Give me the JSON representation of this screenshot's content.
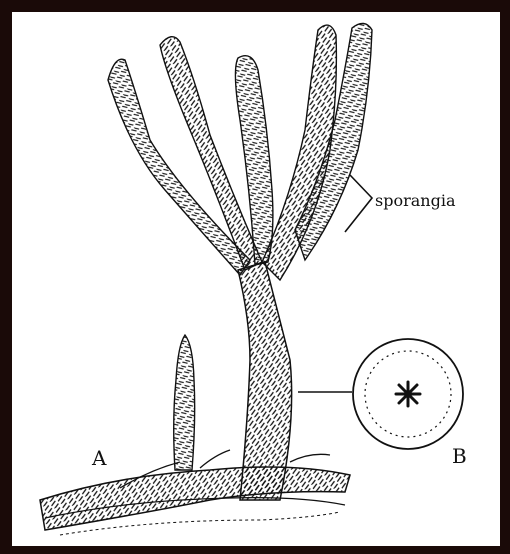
{
  "labels": {
    "sporangia": "sporangia",
    "a": "A",
    "b": "B"
  },
  "colors": {
    "frame": "#1a0a08",
    "paper": "#ffffff",
    "ink": "#111111"
  }
}
